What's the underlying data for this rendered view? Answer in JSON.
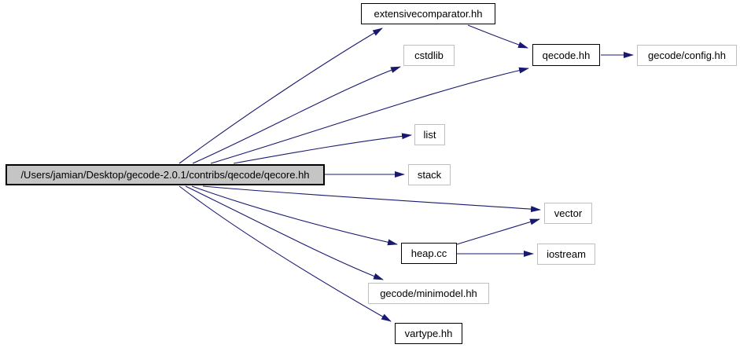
{
  "diagram": {
    "kind": "include-dependency-graph",
    "colors": {
      "background": "#ffffff",
      "edge": "#191970",
      "main_node_fill": "#c5c5c5",
      "node_fill": "#ffffff",
      "linked_node_border": "#000000",
      "external_node_border": "#c0c0c0",
      "text": "#000000"
    },
    "nodes": [
      {
        "id": "qecore",
        "label": "/Users/jamian/Desktop/gecode-2.0.1/contribs/qecode/qecore.hh",
        "kind": "main"
      },
      {
        "id": "extensivecomparator",
        "label": "extensivecomparator.hh",
        "kind": "linked"
      },
      {
        "id": "cstdlib",
        "label": "cstdlib",
        "kind": "external"
      },
      {
        "id": "qecode",
        "label": "qecode.hh",
        "kind": "linked"
      },
      {
        "id": "config",
        "label": "gecode/config.hh",
        "kind": "external"
      },
      {
        "id": "list",
        "label": "list",
        "kind": "external"
      },
      {
        "id": "stack",
        "label": "stack",
        "kind": "external"
      },
      {
        "id": "vector",
        "label": "vector",
        "kind": "external"
      },
      {
        "id": "heap",
        "label": "heap.cc",
        "kind": "linked"
      },
      {
        "id": "iostream",
        "label": "iostream",
        "kind": "external"
      },
      {
        "id": "minimodel",
        "label": "gecode/minimodel.hh",
        "kind": "external"
      },
      {
        "id": "vartype",
        "label": "vartype.hh",
        "kind": "linked"
      }
    ],
    "edges": [
      {
        "from": "qecore.hh",
        "to": "extensivecomparator.hh"
      },
      {
        "from": "qecore.hh",
        "to": "cstdlib"
      },
      {
        "from": "qecore.hh",
        "to": "qecode.hh"
      },
      {
        "from": "qecore.hh",
        "to": "list"
      },
      {
        "from": "qecore.hh",
        "to": "stack"
      },
      {
        "from": "qecore.hh",
        "to": "vector"
      },
      {
        "from": "qecore.hh",
        "to": "heap.cc"
      },
      {
        "from": "qecore.hh",
        "to": "gecode/minimodel.hh"
      },
      {
        "from": "qecore.hh",
        "to": "vartype.hh"
      },
      {
        "from": "extensivecomparator.hh",
        "to": "qecode.hh"
      },
      {
        "from": "qecode.hh",
        "to": "gecode/config.hh"
      },
      {
        "from": "heap.cc",
        "to": "vector"
      },
      {
        "from": "heap.cc",
        "to": "iostream"
      }
    ]
  }
}
